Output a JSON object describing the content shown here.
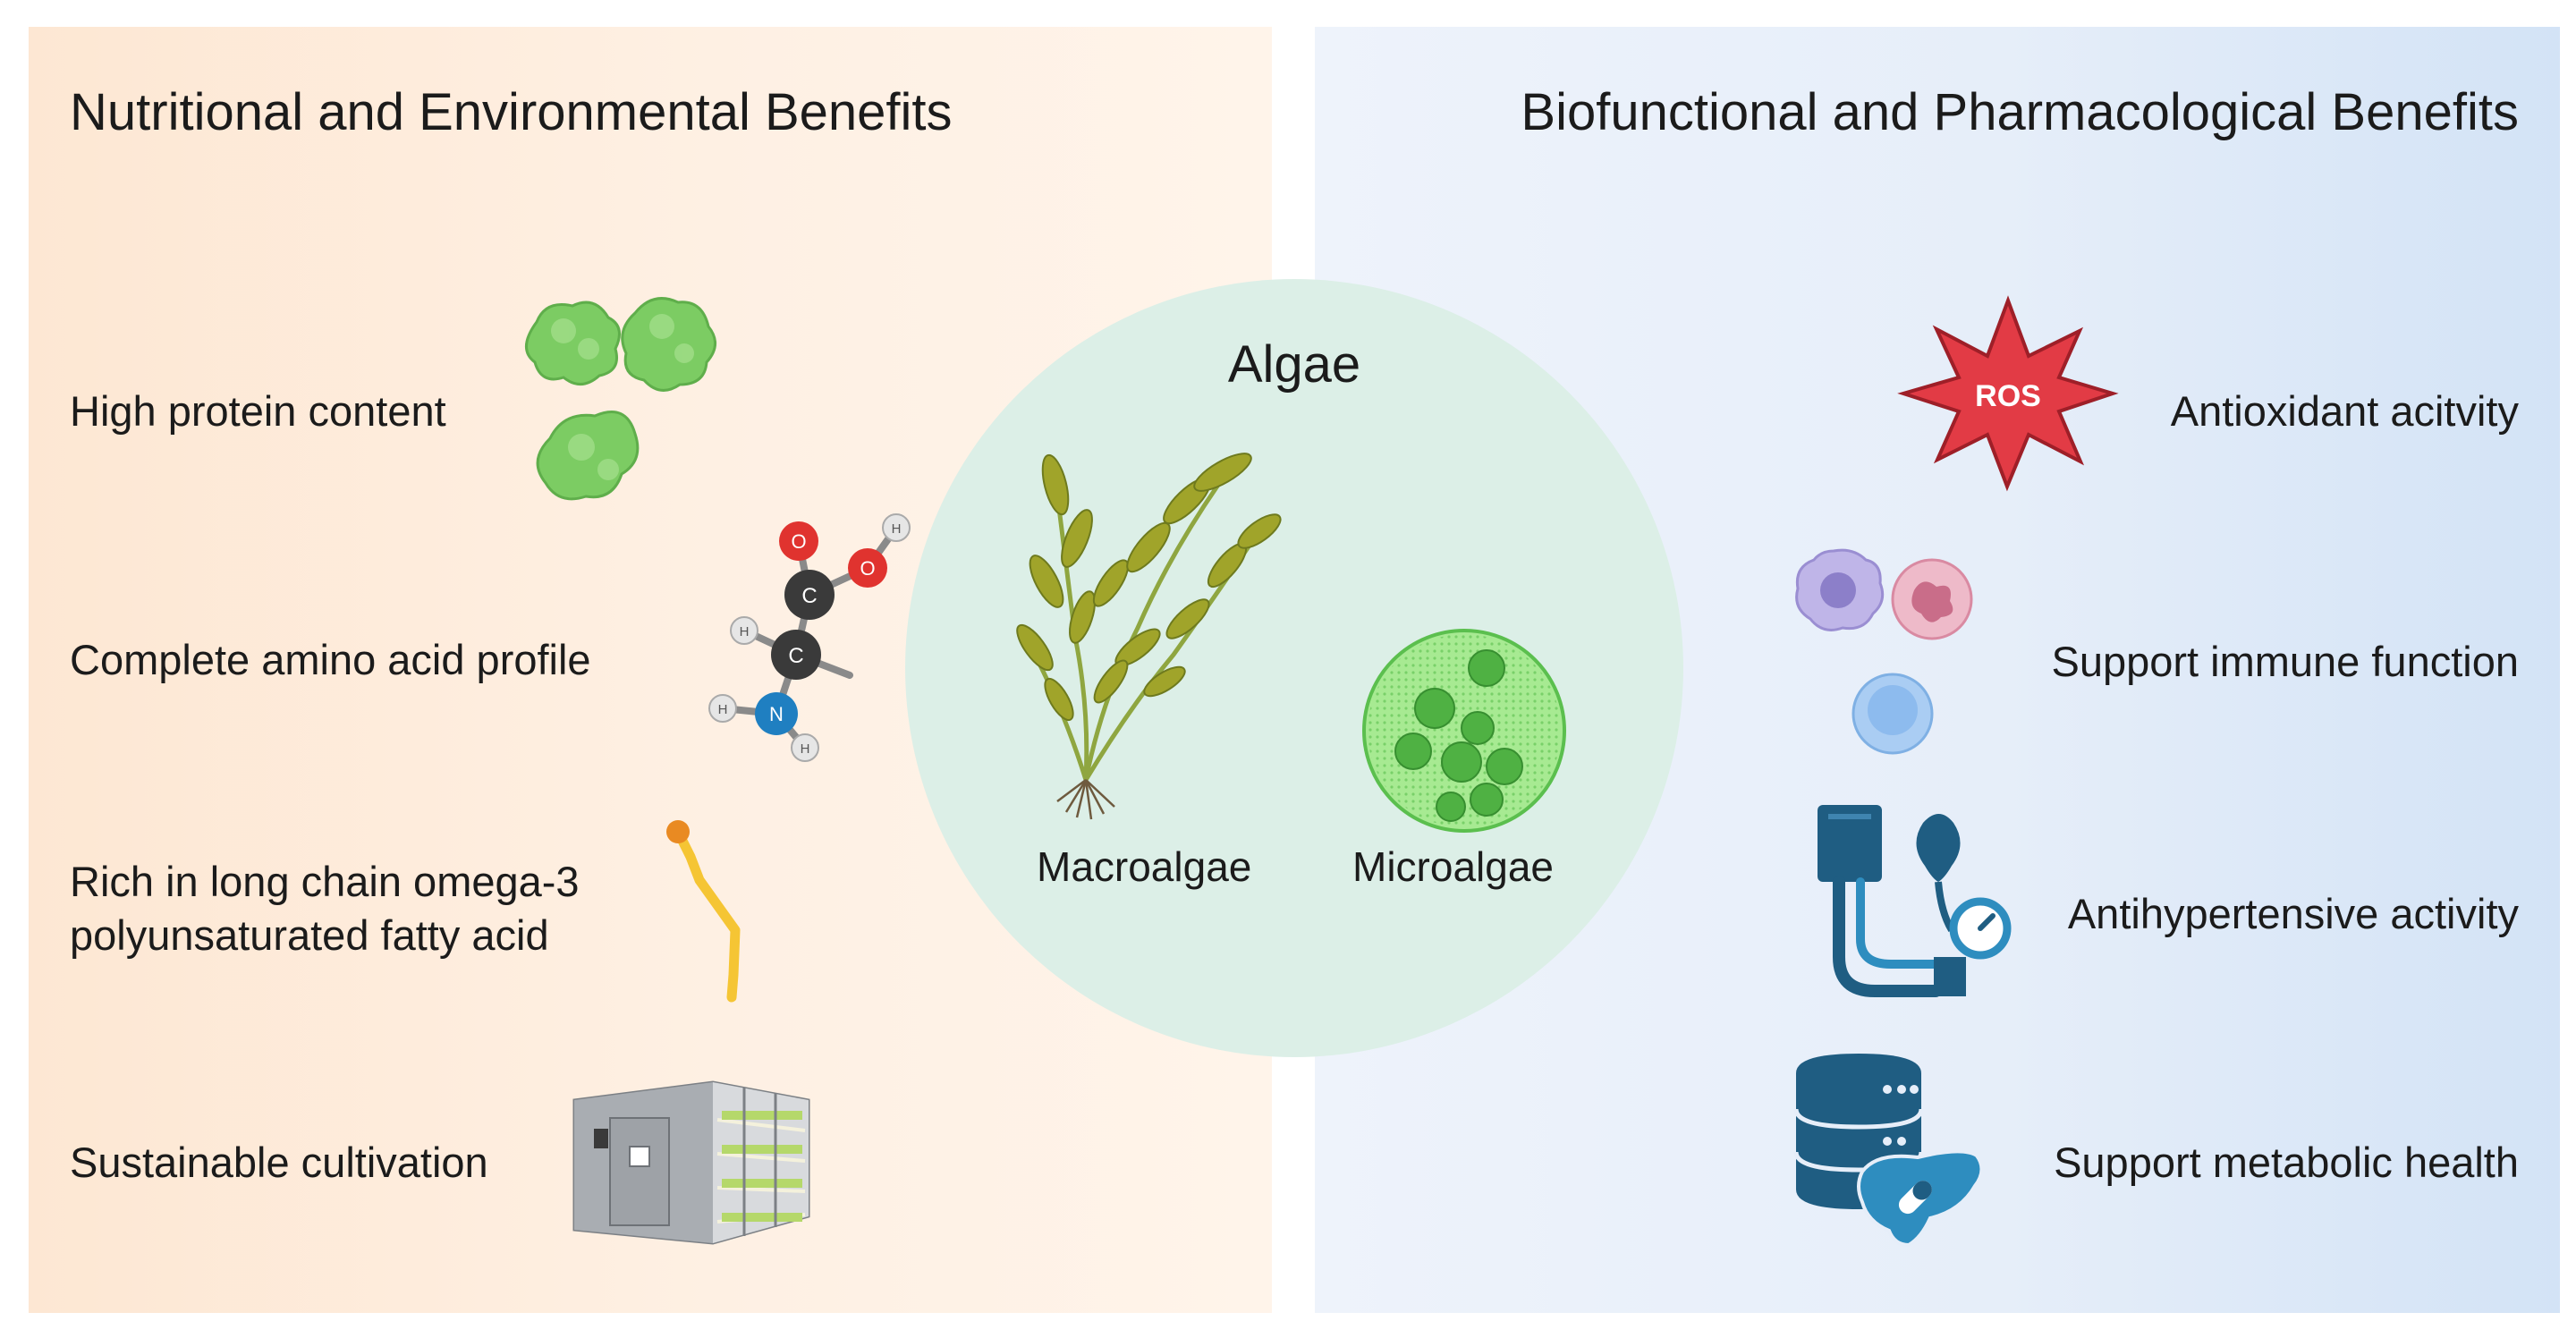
{
  "left_panel": {
    "title": "Nutritional and Environmental Benefits",
    "items": [
      {
        "label": "High protein content",
        "icon": "protein-blob-icon"
      },
      {
        "label": "Complete amino acid profile",
        "icon": "amino-acid-molecule-icon"
      },
      {
        "label_line1": "Rich in long chain omega-3",
        "label_line2": "polyunsaturated fatty acid",
        "icon": "fatty-acid-chain-icon"
      },
      {
        "label": "Sustainable cultivation",
        "icon": "cultivation-chamber-icon"
      }
    ]
  },
  "center": {
    "title": "Algae",
    "macro_label": "Macroalgae",
    "micro_label": "Microalgae"
  },
  "right_panel": {
    "title": "Biofunctional and Pharmacological Benefits",
    "items": [
      {
        "label": "Antioxidant acitvity",
        "icon": "ros-burst-icon",
        "icon_text": "ROS"
      },
      {
        "label": "Support immune function",
        "icon": "immune-cells-icon"
      },
      {
        "label": "Antihypertensive activity",
        "icon": "blood-pressure-monitor-icon"
      },
      {
        "label": "Support metabolic health",
        "icon": "metabolic-database-liver-icon"
      }
    ]
  },
  "molecule_atoms": [
    "O",
    "O",
    "H",
    "C",
    "C",
    "H",
    "N",
    "H",
    "H"
  ],
  "colors": {
    "left_bg": "#fde7d3",
    "right_bg": "#e6eef9",
    "circle_bg": "#dcefe7",
    "protein_green": "#7ccc63",
    "fatty_acid_yellow": "#f5c534",
    "fatty_acid_head": "#e98a22",
    "ros_red": "#e23b45",
    "medical_blue": "#1f5d82",
    "algae_olive": "#a0a42a",
    "micro_green": "#7fdc6a"
  }
}
